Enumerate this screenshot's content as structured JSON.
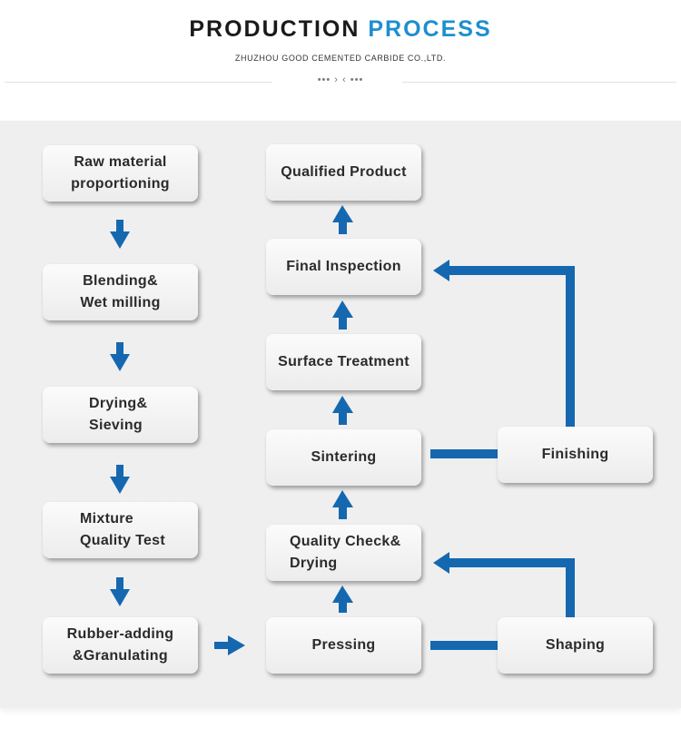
{
  "header": {
    "title_main": "PRODUCTION",
    "title_accent": "PROCESS",
    "subtitle": "ZHUZHOU GOOD CEMENTED CARBIDE CO.,LTD.",
    "ornament": "••• ›  ‹ •••"
  },
  "colors": {
    "accent": "#1d8fcf",
    "arrow": "#1568b0",
    "panel": "#efefef"
  },
  "steps": {
    "raw_material": "Raw material\nproportioning",
    "blending": "Blending&\nWet milling",
    "drying_sieving": "Drying&\nSieving",
    "mixture_test": "Mixture\nQuality Test",
    "rubber_adding": "Rubber-adding\n&Granulating",
    "pressing": "Pressing",
    "quality_check": "Quality Check&\nDrying",
    "sintering": "Sintering",
    "surface_treatment": "Surface Treatment",
    "final_inspection": "Final Inspection",
    "qualified_product": "Qualified Product",
    "finishing": "Finishing",
    "shaping": "Shaping"
  }
}
